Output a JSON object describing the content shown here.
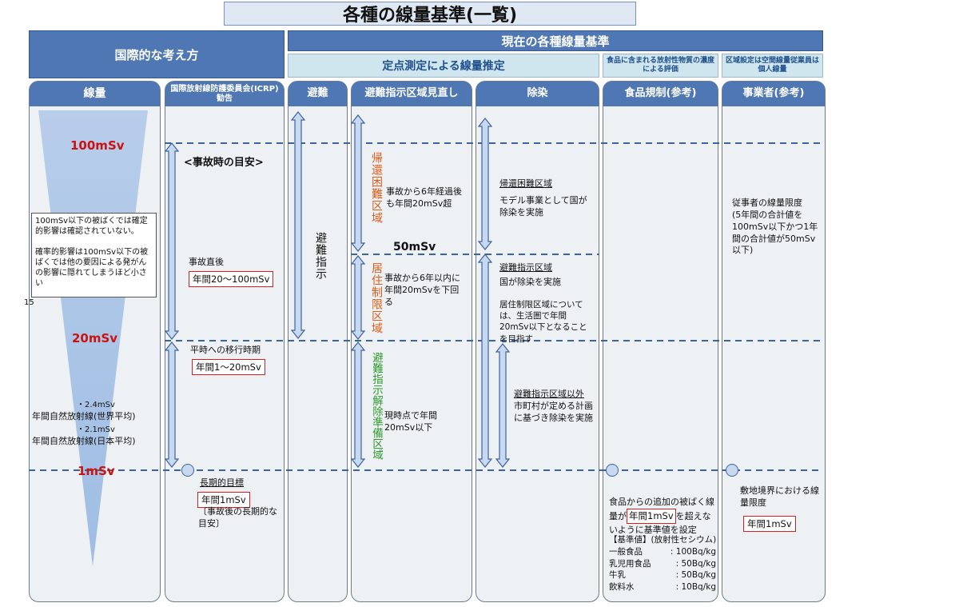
{
  "title": "各種の線量基準(一覧)",
  "headers": {
    "intl": "国際的な考え方",
    "current": "現在の各種線量基準",
    "fixed_point": "定点測定による線量推定",
    "food_eval": "食品に含まれる放射性物質の濃度による評価",
    "zone_eval": "区域設定は空間線量従業員は個人線量"
  },
  "columns": {
    "dose": "線量",
    "icrp": "国際放射線防護委員会(ICRP)勧告",
    "evac": "避難",
    "review": "避難指示区域見直し",
    "decon": "除染",
    "food": "食品規制(参考)",
    "worker": "事業者(参考)"
  },
  "dose_col": {
    "d100": "100mSv",
    "d20": "20mSv",
    "d1": "1mSv",
    "d50": "50mSv",
    "note": "100mSv以下の被ばくでは確定的影響は確認されていない。\n\n確率的影響は100mSv以下の被ばくでは他の要因による発がんの影響に隠れてしまうほど小さい",
    "nat_world_val": "・2.4mSv",
    "nat_world": "年間自然放射線(世界平均)",
    "nat_japan_val": "・2.1mSv",
    "nat_japan": "年間自然放射線(日本平均)",
    "page_num": "15"
  },
  "icrp_col": {
    "emergency": "<事故時の目安>",
    "immediate": "事故直後",
    "immediate_val": "年間20〜100mSv",
    "transition": "平時への移行時期",
    "transition_val": "年間1〜20mSv",
    "longterm": "長期的目標",
    "longterm_val": "年間1mSv",
    "longterm_note": "〔事故後の長期的な目安〕"
  },
  "evac_col": {
    "order": "避難指示"
  },
  "review_col": {
    "zone1": "帰還困難区域",
    "zone1_text": "事故から6年経過後も年間20mSv超",
    "zone2": "居住制限区域",
    "zone2_text": "事故から6年以内に年間20mSvを下回る",
    "zone3": "避難指示解除準備区域",
    "zone3_text": "現時点で年間20mSv以下"
  },
  "decon_col": {
    "z1_title": "帰還困難区域",
    "z1_text": "モデル事業として国が除染を実施",
    "z2_title": "避難指示区域",
    "z2_text": "国が除染を実施",
    "z2_text2": "居住制限区域については、生活圏で年間20mSv以下となることを目指す",
    "z3_title": "避難指示区域以外",
    "z3_text": "市町村が定める計画に基づき除染を実施"
  },
  "food_col": {
    "text_a": "食品からの追加の被ばく線量が",
    "val": "年間1mSv",
    "text_b": "を超えないように基準値を設定",
    "std_title": "【基準値】(放射性セシウム)",
    "items": [
      {
        "name": "一般食品",
        "value": ": 100Bq/kg"
      },
      {
        "name": "乳児用食品",
        "value": ": 50Bq/kg"
      },
      {
        "name": "牛乳",
        "value": ": 50Bq/kg"
      },
      {
        "name": "飲料水",
        "value": ": 10Bq/kg"
      }
    ]
  },
  "worker_col": {
    "limit": "従事者の線量限度\n(5年間の合計値を100mSv以下かつ1年間の合計値が50mSv以下)",
    "boundary": "敷地境界における線量限度",
    "boundary_val": "年間1mSv"
  },
  "colors": {
    "header_blue": "#4f77b4",
    "light_header": "#d0e6ee",
    "dashed_line": "#3a64a0",
    "red": "#cc1111",
    "green": "#2e9a2e",
    "orange": "#e05a18"
  }
}
